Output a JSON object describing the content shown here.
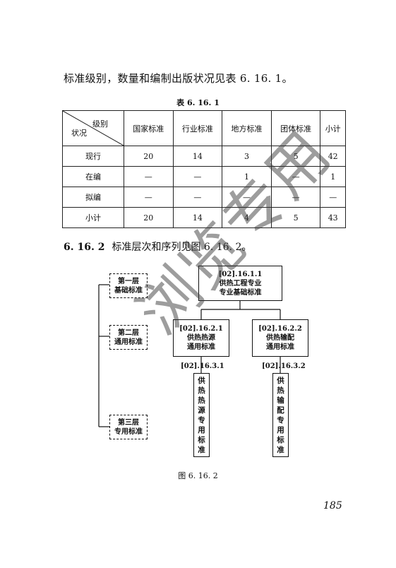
{
  "intro_text": "标准级别，数量和编制出版状况见表 6. 16. 1。",
  "table": {
    "title": "表 6. 16. 1",
    "corner_level": "级别",
    "corner_status": "状况",
    "columns": [
      "国家标准",
      "行业标准",
      "地方标准",
      "团体标准",
      "小计"
    ],
    "rows": [
      {
        "label": "现行",
        "cells": [
          "20",
          "14",
          "3",
          "5",
          "42"
        ]
      },
      {
        "label": "在编",
        "cells": [
          "—",
          "—",
          "1",
          "—",
          "1"
        ]
      },
      {
        "label": "拟编",
        "cells": [
          "—",
          "—",
          "—",
          "—",
          "—"
        ]
      },
      {
        "label": "小计",
        "cells": [
          "20",
          "14",
          "4",
          "5",
          "43"
        ]
      }
    ]
  },
  "section": {
    "number": "6. 16. 2",
    "text": "标准层次和序列见图 6. 16. 2。"
  },
  "diagram": {
    "layers": [
      {
        "line1": "第一层",
        "line2": "基础标准"
      },
      {
        "line1": "第二层",
        "line2": "通用标准"
      },
      {
        "line1": "第三层",
        "line2": "专用标准"
      }
    ],
    "top": {
      "code": "[02].16.1.1",
      "line1": "供热工程专业",
      "line2": "专业基础标准"
    },
    "mid_left": {
      "code": "[02].16.2.1",
      "line1": "供热热源",
      "line2": "通用标准"
    },
    "mid_right": {
      "code": "[02].16.2.2",
      "line1": "供热输配",
      "line2": "通用标准"
    },
    "bottom_left": {
      "code": "[02].16.3.1",
      "chars": [
        "供",
        "热",
        "热",
        "源",
        "专",
        "用",
        "标",
        "准"
      ]
    },
    "bottom_right": {
      "code": "[02].16.3.2",
      "chars": [
        "供",
        "热",
        "输",
        "配",
        "专",
        "用",
        "标",
        "准"
      ]
    }
  },
  "caption": "图 6. 16. 2",
  "page_number": "185",
  "watermark": "浏览专用"
}
